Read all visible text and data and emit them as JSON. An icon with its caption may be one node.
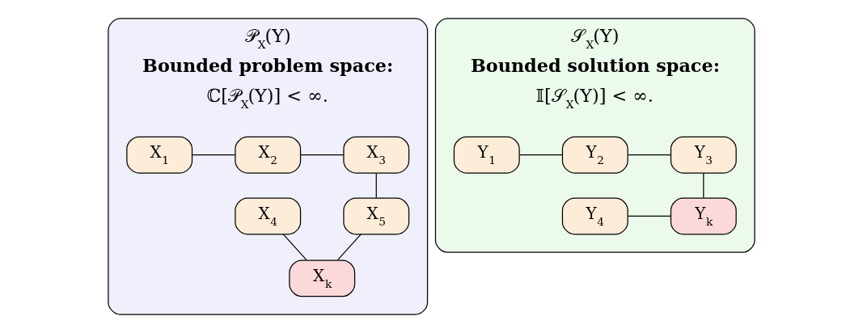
{
  "diagram": {
    "nodes": [
      {
        "text": [
          "𝒫$_{X}$(Y)",
          "Bounded problem space:",
          "ℂ[𝒫$_{X}$(Y)] < ∞."
        ]
      },
      {
        "text": [
          "X$_{1}$"
        ],
        "in": 0
      },
      {
        "text": [
          "X$_{2}$"
        ],
        "in": 0
      },
      {
        "text": [
          "X$_{3}$"
        ],
        "in": 0
      },
      {
        "text": [
          "X$_{4}$"
        ],
        "in": 0
      },
      {
        "text": [
          "X$_{5}$"
        ],
        "in": 0
      },
      {
        "text": [
          "X$_{k}$"
        ],
        "in": 0
      },
      {
        "text": [
          "𝒮$_{X}$(Y)",
          "Bounded solution space:",
          "𝕀[𝒮$_{X}$(Y)] < ∞."
        ]
      },
      {
        "text": [
          "Y$_{1}$"
        ],
        "in": 7
      },
      {
        "text": [
          "Y$_{2}$"
        ],
        "in": 7
      },
      {
        "text": [
          "Y$_{3}$"
        ],
        "in": 7
      },
      {
        "text": [
          "Y$_{4}$"
        ],
        "in": 7
      },
      {
        "text": [
          "Y$_{k}$"
        ],
        "in": 7
      }
    ],
    "edges": [
      {
        "from": 1,
        "to": 2,
        "arrow": "none"
      },
      {
        "from": 2,
        "to": 3,
        "arrow": "none"
      },
      {
        "from": 3,
        "to": 5,
        "arrow": "none"
      },
      {
        "from": 4,
        "to": 6,
        "arrow": "none"
      },
      {
        "from": 5,
        "to": 6,
        "arrow": "none"
      },
      {
        "from": 8,
        "to": 9,
        "arrow": "none"
      },
      {
        "from": 9,
        "to": 10,
        "arrow": "none"
      },
      {
        "from": 10,
        "to": 12,
        "arrow": "none"
      },
      {
        "from": 11,
        "to": 12,
        "arrow": "none"
      }
    ]
  }
}
